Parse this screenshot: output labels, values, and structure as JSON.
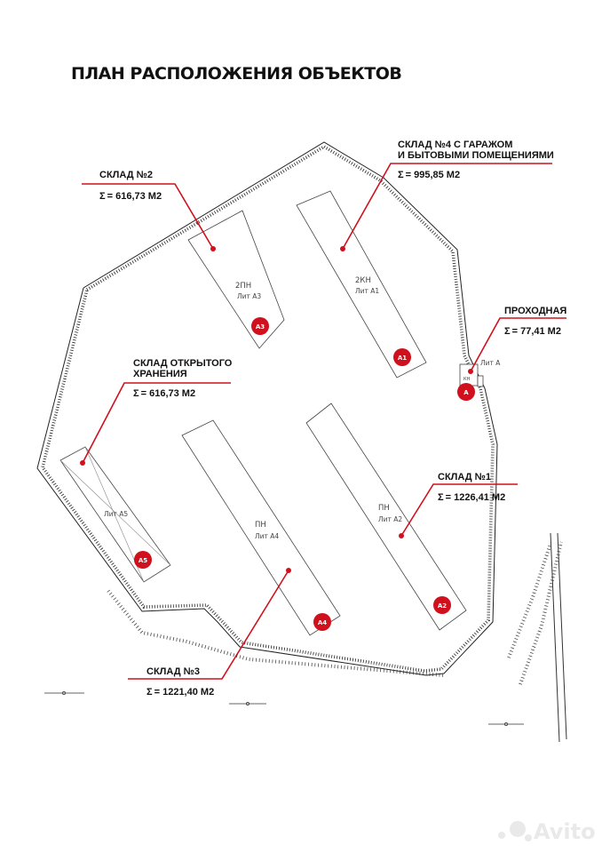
{
  "title": "ПЛАН РАСПОЛОЖЕНИЯ ОБЪЕКТОВ",
  "sigma": "Σ",
  "objects": [
    {
      "line1": "СКЛАД №2",
      "line2": "",
      "area": "= 616,73 М2",
      "tag1": "2ПН",
      "tag2": "Лит А3",
      "badge": "А3"
    },
    {
      "line1": "СКЛАД №4 С ГАРАЖОМ",
      "line2": "И БЫТОВЫМИ ПОМЕЩЕНИЯМИ",
      "area": "= 995,85 М2",
      "tag1": "2КН",
      "tag2": "Лит А1",
      "badge": "А1"
    },
    {
      "line1": "ПРОХОДНАЯ",
      "line2": "",
      "area": "= 77,41 М2",
      "tag1": "КН",
      "tag2": "Лит А",
      "badge": "А"
    },
    {
      "line1": "СКЛАД ОТКРЫТОГО",
      "line2": "ХРАНЕНИЯ",
      "area": "= 616,73 М2",
      "tag1": "",
      "tag2": "Лит А5",
      "badge": "А5"
    },
    {
      "line1": "СКЛАД №1",
      "line2": "",
      "area": "= 1226,41 М2",
      "tag1": "ПН",
      "tag2": "Лит А2",
      "badge": "А2"
    },
    {
      "line1": "СКЛАД №3",
      "line2": "",
      "area": "= 1221,40 М2",
      "tag1": "ПН",
      "tag2": "Лит А4",
      "badge": "А4"
    }
  ],
  "watermark": "Avito",
  "colors": {
    "accent": "#d1101d",
    "text": "#111111",
    "lines": "#222222"
  }
}
